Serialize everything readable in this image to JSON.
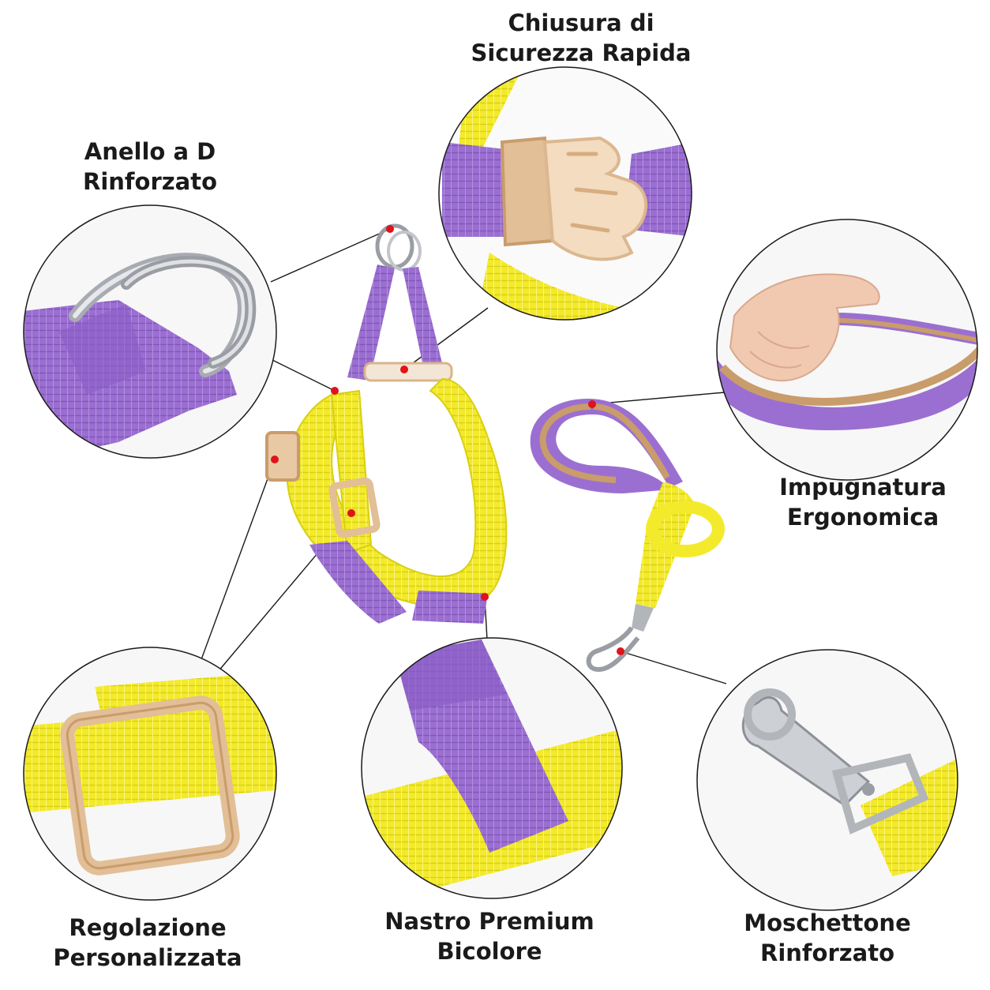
{
  "labels": {
    "chiusura": [
      "Chiusura di",
      "Sicurezza Rapida"
    ],
    "anello": [
      "Anello a D",
      "Rinforzato"
    ],
    "impugnatura": [
      "Impugnatura",
      "Ergonomica"
    ],
    "regolazione": [
      "Regolazione",
      "Personalizzata"
    ],
    "nastro": [
      "Nastro Premium",
      "Bicolore"
    ],
    "moschettone": [
      "Moschettone",
      "Rinforzato"
    ]
  },
  "colors": {
    "purple": "#9b6fd1",
    "purple_dark": "#7c52b5",
    "yellow": "#f3ea2c",
    "yellow_dark": "#d9cf10",
    "tan": "#e2bf96",
    "tan_dark": "#c99c6b",
    "metal": "#c9ccd1",
    "marker": "#e0121a",
    "text": "#1a1a1a"
  }
}
